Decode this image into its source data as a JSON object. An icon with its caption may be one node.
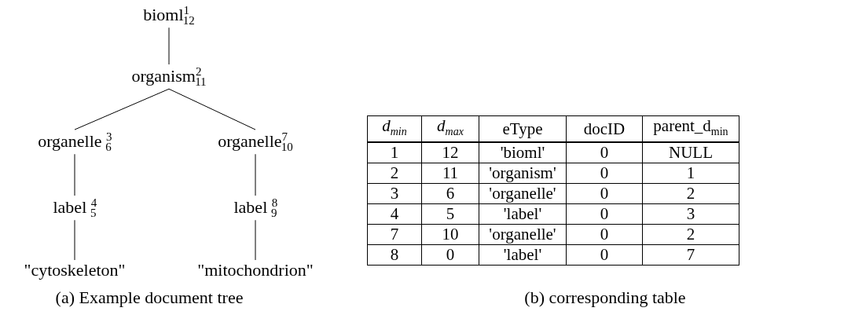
{
  "diagram": {
    "nodes": [
      {
        "text": [
          "bioml$^{1}$$_{12}$"
        ]
      },
      {
        "text": [
          "organism$^{2}$$_{11}$"
        ]
      },
      {
        "text": [
          "organelle $^{3}$$_{6}$"
        ]
      },
      {
        "text": [
          "organelle$^{7}$$_{10}$"
        ]
      },
      {
        "text": [
          "label $^{4}$$_{5}$"
        ]
      },
      {
        "text": [
          "label $^{8}$$_{9}$"
        ]
      },
      {
        "text": [
          "\"cytoskeleton\""
        ]
      },
      {
        "text": [
          "\"mitochondrion\""
        ]
      }
    ],
    "edges": [
      {
        "from": 0,
        "to": 1,
        "arrow": "none"
      },
      {
        "from": 1,
        "to": 2,
        "arrow": "none"
      },
      {
        "from": 1,
        "to": 3,
        "arrow": "none"
      },
      {
        "from": 2,
        "to": 4,
        "arrow": "none"
      },
      {
        "from": 3,
        "to": 5,
        "arrow": "none"
      },
      {
        "from": 4,
        "to": 6,
        "arrow": "none"
      },
      {
        "from": 5,
        "to": 7,
        "arrow": "none"
      }
    ],
    "labels": [
      "d$_{min}$",
      "d$_{max}$",
      "eType",
      "docID",
      "parent_d$_{min}$",
      "1",
      "12",
      "'bioml'",
      "0",
      "NULL",
      "2",
      "11",
      "'organism'",
      "0",
      "1",
      "3",
      "6",
      "'organelle'",
      "0",
      "2",
      "4",
      "5",
      "'label'",
      "0",
      "3",
      "7",
      "10",
      "'organelle'",
      "0",
      "2",
      "8",
      "0",
      "'label'",
      "0",
      "7",
      "(a) Example document tree",
      "(b) corresponding table"
    ]
  }
}
